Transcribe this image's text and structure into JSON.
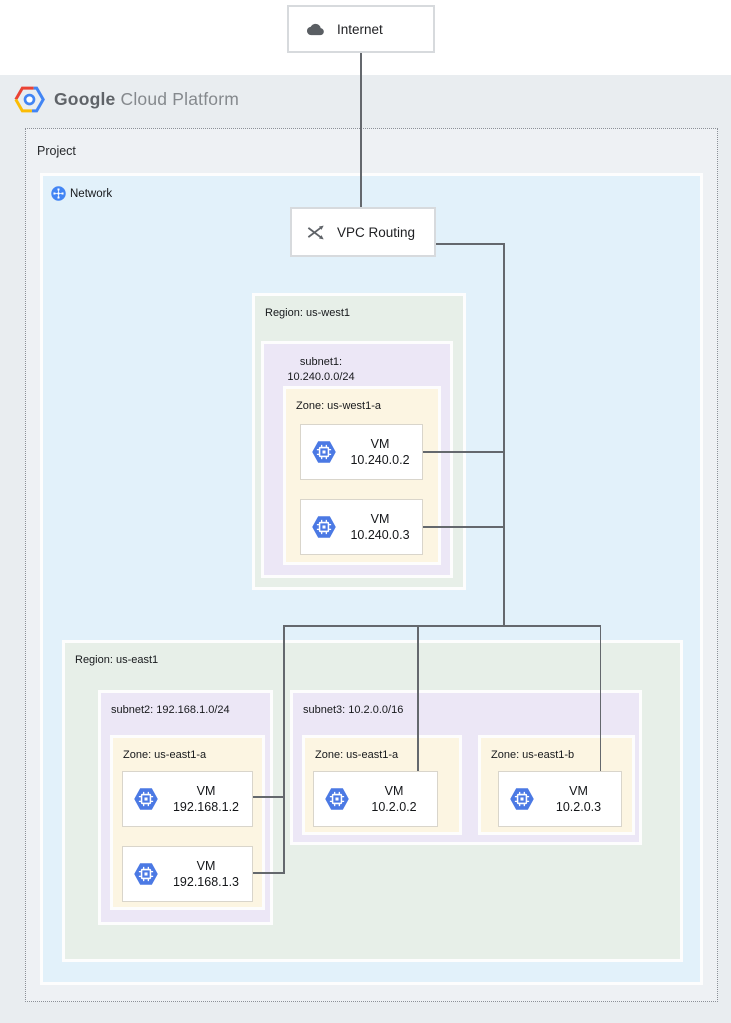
{
  "brand": {
    "primary": "Google",
    "secondary": "Cloud Platform"
  },
  "internet": {
    "label": "Internet"
  },
  "vpc_routing": {
    "label": "VPC Routing"
  },
  "project": {
    "label": "Project"
  },
  "network": {
    "label": "Network"
  },
  "regions": [
    {
      "label": "Region: us-west1",
      "subnets": [
        {
          "label_line1": "subnet1:",
          "label_line2": "10.240.0.0/24",
          "zones": [
            {
              "label": "Zone: us-west1-a",
              "vms": [
                {
                  "name": "VM",
                  "ip": "10.240.0.2"
                },
                {
                  "name": "VM",
                  "ip": "10.240.0.3"
                }
              ]
            }
          ]
        }
      ]
    },
    {
      "label": "Region: us-east1",
      "subnets": [
        {
          "label": "subnet2: 192.168.1.0/24",
          "zones": [
            {
              "label": "Zone: us-east1-a",
              "vms": [
                {
                  "name": "VM",
                  "ip": "192.168.1.2"
                },
                {
                  "name": "VM",
                  "ip": "192.168.1.3"
                }
              ]
            }
          ]
        },
        {
          "label": "subnet3: 10.2.0.0/16",
          "zones": [
            {
              "label": "Zone: us-east1-a",
              "vms": [
                {
                  "name": "VM",
                  "ip": "10.2.0.2"
                }
              ]
            },
            {
              "label": "Zone: us-east1-b",
              "vms": [
                {
                  "name": "VM",
                  "ip": "10.2.0.3"
                }
              ]
            }
          ]
        }
      ]
    }
  ],
  "icons": {
    "internet": "cloud-icon",
    "vpc_routing": "shuffle-arrows-icon",
    "network": "vpc-network-icon",
    "vm": "compute-engine-icon",
    "brand": "gcp-hexagon-logo"
  },
  "colors": {
    "page_bg": "#e9edf0",
    "network_bg": "#e2f1fa",
    "region_bg": "#e7efe8",
    "subnet_bg": "#ece7f6",
    "zone_bg": "#fcf5e2",
    "vm_icon_blue": "#4b79e4",
    "logo_red": "#ea4335",
    "logo_blue": "#4285f4",
    "logo_yellow": "#fbbc05",
    "connector": "#64686d"
  }
}
